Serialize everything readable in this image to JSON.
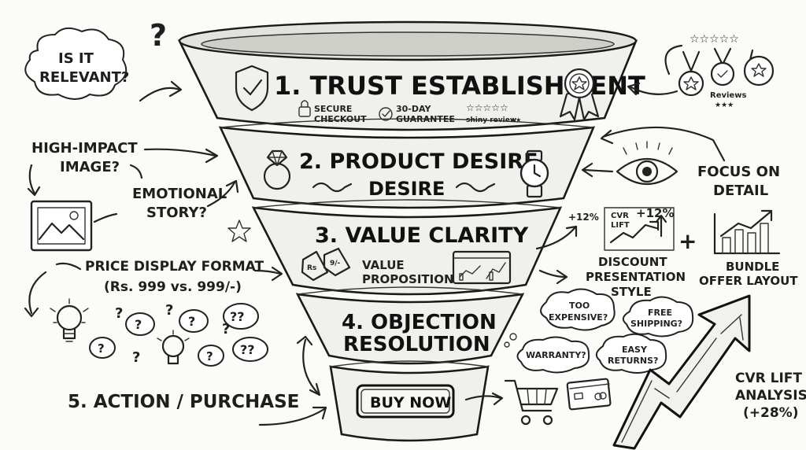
{
  "funnel": {
    "stage1": {
      "title": "1. TRUST ESTABLISHMENT",
      "secure_l1": "SECURE",
      "secure_l2": "CHECKOUT",
      "guar_l1": "30-DAY",
      "guar_l2": "GUARANTEE",
      "review": "shiny review"
    },
    "stage2": {
      "title": "2. PRODUCT DESIRE",
      "sub": "DESIRE"
    },
    "stage3": {
      "title": "3. VALUE CLARITY",
      "vp_l1": "VALUE",
      "vp_l2": "PROPOSITION",
      "tag1": "Rs",
      "tag2": "9/-"
    },
    "stage4": {
      "title_l1": "4. OBJECTION",
      "title_l2": "RESOLUTION"
    },
    "stage5": {
      "button": "BUY NOW"
    }
  },
  "left": {
    "relevant_l1": "IS IT",
    "relevant_l2": "RELEVANT?",
    "image_l1": "HIGH-IMPACT",
    "image_l2": "IMAGE?",
    "story_l1": "EMOTIONAL",
    "story_l2": "STORY?",
    "price_l1": "PRICE DISPLAY FORMAT",
    "price_l2": "(Rs. 999 vs. 999/-)",
    "action": "5. ACTION / PURCHASE"
  },
  "right": {
    "reviews": "Reviews",
    "focus_l1": "FOCUS ON",
    "focus_l2": "DETAIL",
    "pct1": "+12%",
    "pct2": "+12%",
    "cvr_l1": "CVR",
    "cvr_l2": "LIFT",
    "discount_l1": "DISCOUNT",
    "discount_l2": "PRESENTATION",
    "discount_l3": "STYLE",
    "bundle_l1": "BUNDLE",
    "bundle_l2": "OFFER LAYOUT",
    "obj1_l1": "TOO",
    "obj1_l2": "EXPENSIVE?",
    "obj2_l1": "FREE",
    "obj2_l2": "SHIPPING?",
    "obj3": "WARRANTY?",
    "obj4_l1": "EASY",
    "obj4_l2": "RETURNS?",
    "cvr_analysis_l1": "CVR LIFT",
    "cvr_analysis_l2": "ANALYSIS",
    "cvr_analysis_l3": "(+28%)"
  }
}
